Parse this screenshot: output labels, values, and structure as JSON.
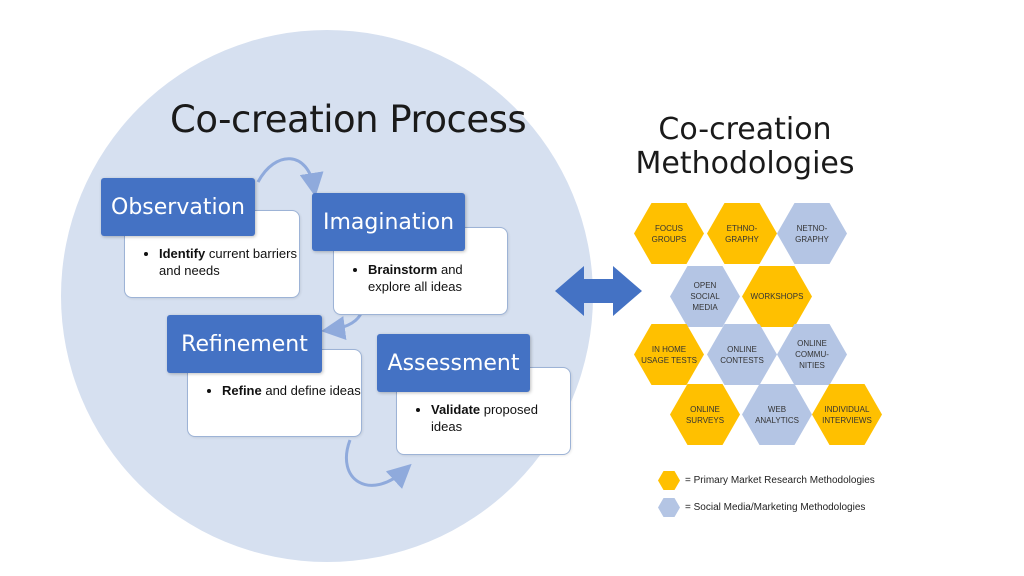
{
  "process": {
    "title": "Co-creation Process",
    "steps": [
      {
        "heading": "Observation",
        "bold": "Identify",
        "rest": " current barriers and needs"
      },
      {
        "heading": "Imagination",
        "bold": "Brainstorm",
        "rest": " and explore all ideas"
      },
      {
        "heading": "Refinement",
        "bold": "Refine",
        "rest": " and define ideas"
      },
      {
        "heading": "Assessment",
        "bold": "Validate",
        "rest": " proposed ideas"
      }
    ]
  },
  "methodologies": {
    "title": "Co-creation Methodologies",
    "hexagons": [
      {
        "label": "FOCUS\nGROUPS",
        "kind": "primary"
      },
      {
        "label": "ETHNO-\nGRAPHY",
        "kind": "primary"
      },
      {
        "label": "NETNO-\nGRAPHY",
        "kind": "social"
      },
      {
        "label": "OPEN\nSOCIAL\nMEDIA",
        "kind": "social"
      },
      {
        "label": "WORKSHOPS",
        "kind": "primary"
      },
      {
        "label": "IN HOME\nUSAGE TESTS",
        "kind": "primary"
      },
      {
        "label": "ONLINE\nCONTESTS",
        "kind": "social"
      },
      {
        "label": "ONLINE\nCOMMU-\nNITIES",
        "kind": "social"
      },
      {
        "label": "ONLINE\nSURVEYS",
        "kind": "primary"
      },
      {
        "label": "WEB\nANALYTICS",
        "kind": "social"
      },
      {
        "label": "INDIVIDUAL\nINTERVIEWS",
        "kind": "primary"
      }
    ],
    "legend": [
      {
        "text": "= Primary Market Research Methodologies",
        "kind": "primary"
      },
      {
        "text": "= Social Media/Marketing Methodologies",
        "kind": "social"
      }
    ]
  },
  "colors": {
    "primary": "#ffc000",
    "social": "#b4c5e4",
    "heading": "#4472c4",
    "circle": "#d6e0f0",
    "arrow": "#4472c4"
  }
}
